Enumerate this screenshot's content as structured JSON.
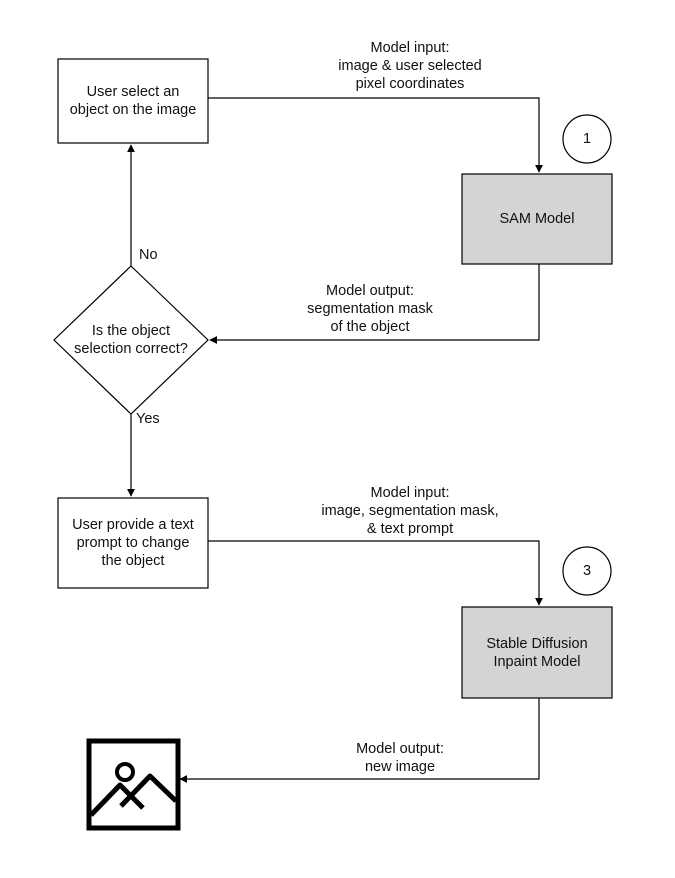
{
  "nodes": {
    "user_select": {
      "text": "User select an\nobject on the image"
    },
    "sam_model": {
      "text": "SAM Model"
    },
    "decision": {
      "text": "Is the object\nselection correct?"
    },
    "user_prompt": {
      "text": "User provide a text\nprompt to change\nthe object"
    },
    "sd_model": {
      "text": "Stable Diffusion\nInpaint Model"
    }
  },
  "edges": {
    "input1": {
      "text": "Model input:\nimage & user selected\npixel coordinates"
    },
    "output1": {
      "text": "Model output:\nsegmentation mask\nof the object"
    },
    "no": {
      "text": "No"
    },
    "yes": {
      "text": "Yes"
    },
    "input2": {
      "text": "Model input:\nimage, segmentation mask,\n& text prompt"
    },
    "output2": {
      "text": "Model output:\nnew image"
    }
  },
  "steps": {
    "step1": "1",
    "step3": "3"
  },
  "colors": {
    "model_fill": "#d4d4d4",
    "box_fill": "#ffffff",
    "stroke": "#000000"
  },
  "icons": {
    "result": "image-icon"
  }
}
